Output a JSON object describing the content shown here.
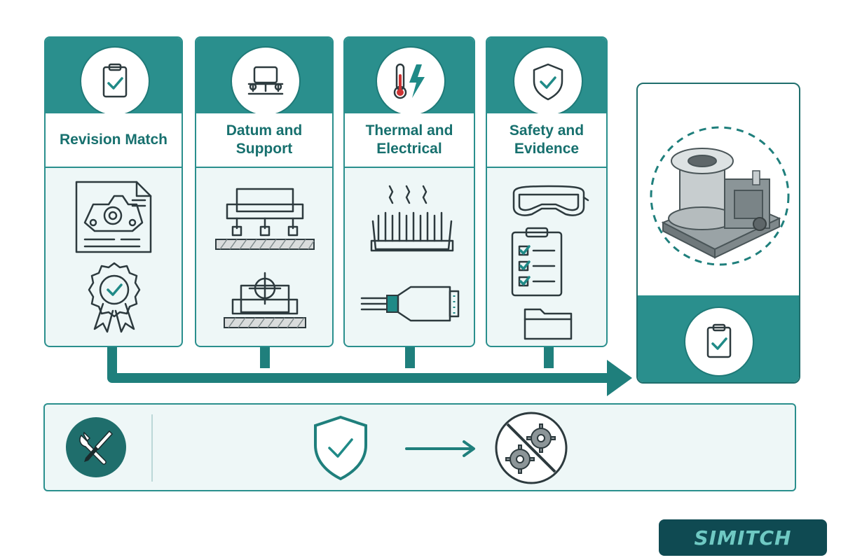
{
  "steps": [
    {
      "title": "Revision Match"
    },
    {
      "title": "Datum and Support"
    },
    {
      "title": "Thermal and Electrical"
    },
    {
      "title": "Safety and Evidence"
    }
  ],
  "logo": {
    "text": "SIMITCH"
  },
  "colors": {
    "accent": "#2a8f8d",
    "accent_dark": "#1f6e6c",
    "panel_bg": "#eef7f7",
    "logo_bg": "#0f4a52"
  },
  "icons": {
    "step_headers": [
      "clipboard-check-icon",
      "fixture-icon",
      "thermometer-lightning-icon",
      "shield-check-icon"
    ],
    "result": "clipboard-check-icon",
    "bottom": [
      "tools-icon",
      "shield-check-icon",
      "arrow-right-icon",
      "no-gears-icon"
    ]
  }
}
